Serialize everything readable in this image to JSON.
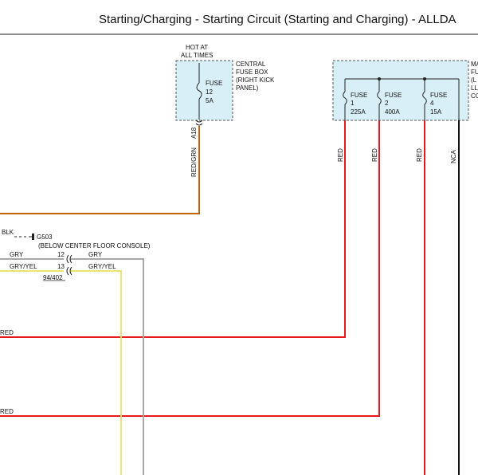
{
  "header": {
    "title": "Starting/Charging - Starting Circuit (Starting and Charging) - ALLDA"
  },
  "colors": {
    "red": "#e8191a",
    "orange_brown": "#c4640a",
    "yellow": "#ece46e",
    "gray": "#a8a8a8",
    "black": "#111111",
    "box_fill": "#d8eff7"
  },
  "central_box": {
    "hot_label_1": "HOT AT",
    "hot_label_2": "ALL TIMES",
    "name_1": "CENTRAL",
    "name_2": "FUSE BOX",
    "name_3": "(RIGHT KICK",
    "name_4": "PANEL)",
    "fuse": {
      "word": "FUSE",
      "number": "12",
      "rating": "5A"
    },
    "pin": "A18",
    "wire_color": "RED/GRN"
  },
  "main_box": {
    "name_1": "MA",
    "name_2": "FU",
    "name_3": "(L",
    "name_4": "LL",
    "name_5": "CO",
    "fuses": [
      {
        "word": "FUSE",
        "number": "1",
        "rating": "225A"
      },
      {
        "word": "FUSE",
        "number": "2",
        "rating": "400A"
      },
      {
        "word": "FUSE",
        "number": "4",
        "rating": "15A"
      }
    ],
    "wires": [
      "RED",
      "RED",
      "RED",
      "NCA"
    ]
  },
  "ground": {
    "wire": "BLK",
    "name": "G503",
    "location": "(BELOW CENTER FLOOR CONSOLE)"
  },
  "connector": {
    "pin_a": "12",
    "pin_b": "13",
    "id": "94/402",
    "left_a": "GRY",
    "left_b": "GRY/YEL",
    "right_a": "GRY",
    "right_b": "GRY/YEL"
  },
  "left_wires": {
    "red_upper": "RED",
    "red_lower": "RED"
  }
}
